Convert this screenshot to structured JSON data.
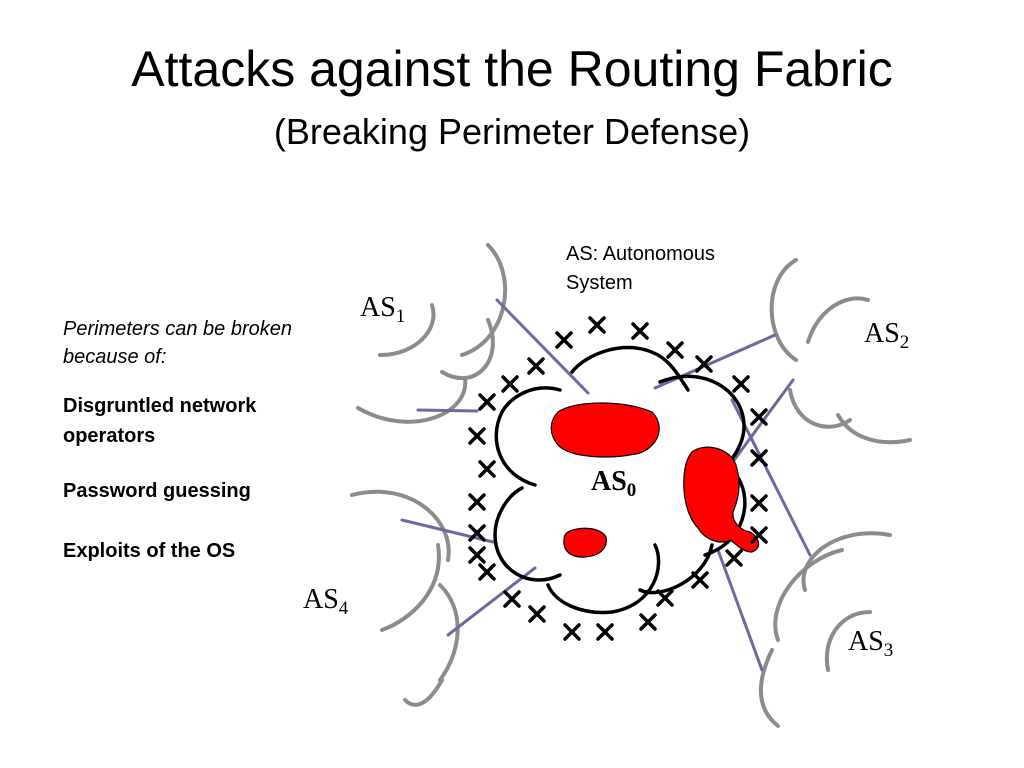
{
  "slide": {
    "title": "Attacks against the Routing Fabric",
    "subtitle": "(Breaking Perimeter Defense)"
  },
  "left_panel": {
    "note": "Perimeters can be broken because of:",
    "causes": [
      "Disgruntled network operators",
      "Password guessing",
      "Exploits of the OS"
    ]
  },
  "definition": {
    "line1": "AS: Autonomous",
    "line2": "System"
  },
  "as_labels": {
    "as0": {
      "prefix": "AS",
      "sub": "0"
    },
    "as1": {
      "prefix": "AS",
      "sub": "1"
    },
    "as2": {
      "prefix": "AS",
      "sub": "2"
    },
    "as3": {
      "prefix": "AS",
      "sub": "3"
    },
    "as4": {
      "prefix": "AS",
      "sub": "4"
    }
  },
  "colors": {
    "link": "#6a6aa2",
    "neighbor_arc": "#8c8c8c",
    "compromised": "#ff0000",
    "perimeter": "#000000"
  }
}
